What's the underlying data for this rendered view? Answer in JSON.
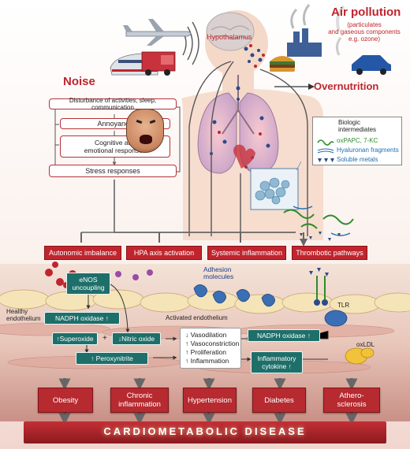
{
  "header": {
    "air_pollution_title": "Air pollution",
    "air_pollution_sub": "(particulates\nand gaseous components\ne.g. ozone)",
    "hypothalamus": "Hypothalamus",
    "noise": "Noise",
    "overnutrition": "Overnutrition"
  },
  "noise_chain": {
    "disturbance": "Disturbance of activities, sleep, communication",
    "annoyance": "Annoyance",
    "cognitive": "Cognitive and\nemotional responses",
    "stress": "Stress responses"
  },
  "legend": {
    "title": "Biologic\nintermediates",
    "items": [
      {
        "label": "oxPAPC, 7-KC",
        "color": "#2e8b2e"
      },
      {
        "label": "Hyaluronan fragments",
        "color": "#1f6fb2"
      },
      {
        "label": "Soluble metals",
        "color": "#1f6fb2"
      }
    ]
  },
  "pathways": [
    "Autonomic imbalance",
    "HPA axis activation",
    "Systemic inflammation",
    "Thrombotic pathways"
  ],
  "cell_labels": {
    "enos": "eNOS\nuncoupling",
    "adhesion": "Adhesion\nmolecules",
    "healthy": "Healthy\nendothelium",
    "activated": "Activated endothelium",
    "tlr": "TLR",
    "oxldl": "oxLDL"
  },
  "mechanism": {
    "nadph_left": "NADPH oxidase ↑",
    "superoxide": "↑Superoxide",
    "plus": "+",
    "nitric": "↓Nitric oxide",
    "peroxynitrite": "↑ Peroxynitrite",
    "vaso_list": [
      "↓ Vasodilation",
      "↑ Vasoconstriction",
      "↑ Proliferation",
      "↑ Inflammation"
    ],
    "nadph_right": "NADPH oxidase ↑",
    "cytokine": "Inflammatory\ncytokine ↑"
  },
  "outcomes": [
    "Obesity",
    "Chronic\ninflammation",
    "Hypertension",
    "Diabetes",
    "Athero-\nsclerosis"
  ],
  "footer": {
    "title": "CARDIOMETABOLIC DISEASE"
  },
  "colors": {
    "accent_red": "#c0252e",
    "teal": "#1e6f6a",
    "blue": "#1f6fb2"
  }
}
